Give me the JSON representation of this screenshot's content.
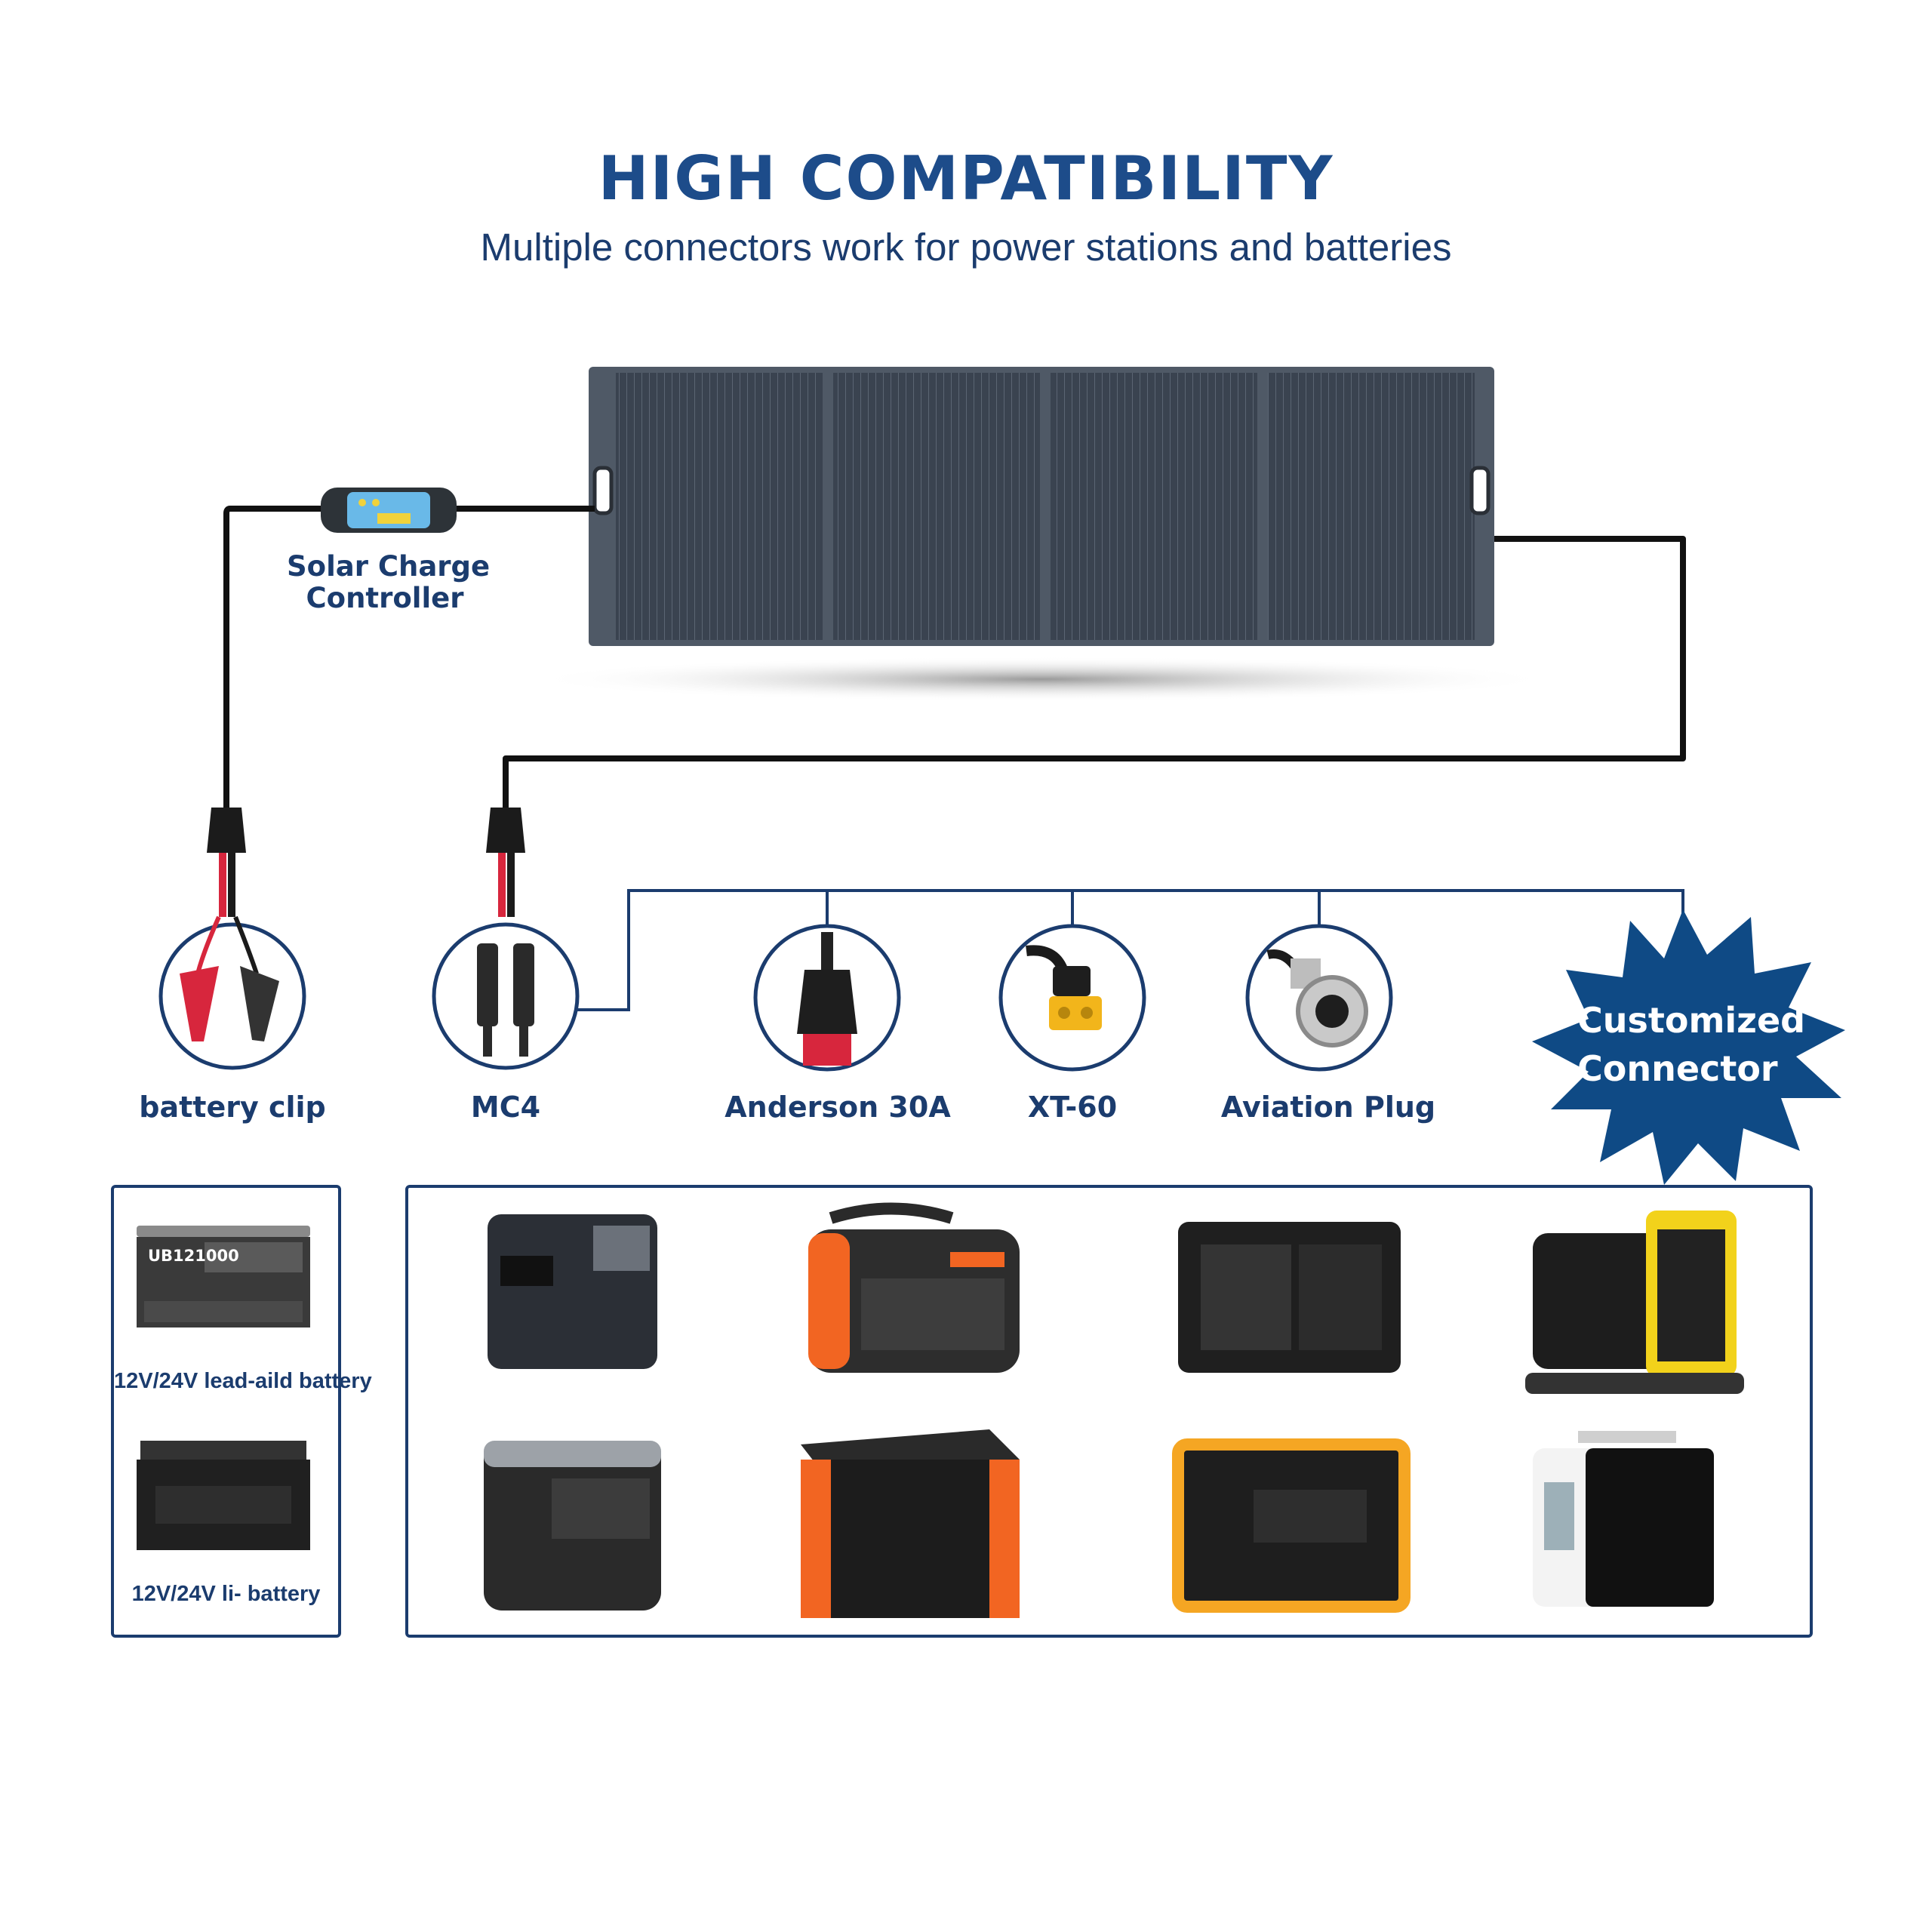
{
  "header": {
    "title": "HIGH COMPATIBILITY",
    "subtitle": "Multiple connectors work for power stations and batteries"
  },
  "controller": {
    "label_line1": "Solar Charge",
    "label_line2": "Controller"
  },
  "connectors": [
    {
      "label": "battery clip",
      "icon": "battery-clip-icon"
    },
    {
      "label": "MC4",
      "icon": "mc4-connector-icon"
    },
    {
      "label": "Anderson 30A",
      "icon": "anderson-connector-icon"
    },
    {
      "label": "XT-60",
      "icon": "xt60-connector-icon"
    },
    {
      "label": "Aviation Plug",
      "icon": "aviation-plug-icon"
    }
  ],
  "custom_badge": {
    "line1": "Customized",
    "line2": "Connector"
  },
  "batteries": [
    {
      "caption": "12V/24V lead-aild battery",
      "brand": "UB121000"
    },
    {
      "caption": "12V/24V li- battery"
    }
  ],
  "power_stations_count": 8,
  "colors": {
    "title": "#1d4c8a",
    "text": "#1b3c6e",
    "badge": "#0f4a85",
    "panel": "#4b5563",
    "cable": "#111111",
    "accent_orange": "#f26522",
    "accent_yellow": "#f2d21b"
  }
}
